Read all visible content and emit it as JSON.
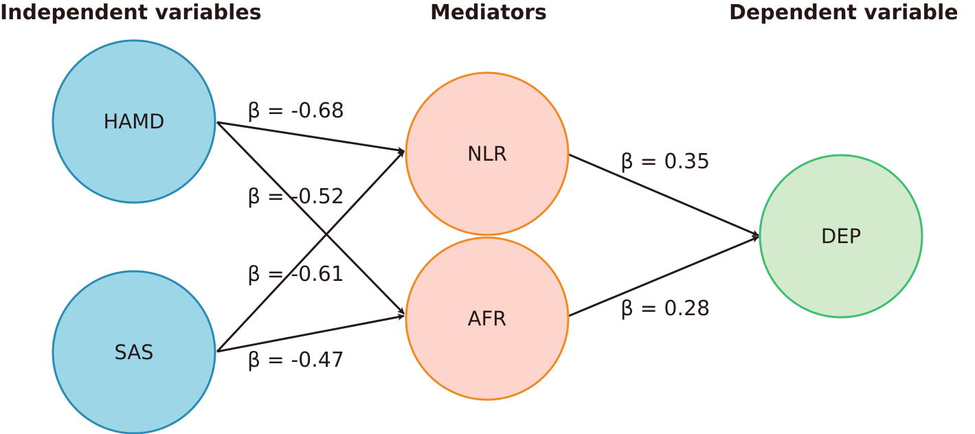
{
  "headings": {
    "independent": "Independent variables",
    "mediators": "Mediators",
    "dependent": "Dependent variable"
  },
  "nodes": {
    "hamd": {
      "label": "HAMD",
      "fill": "#9dd6e6",
      "stroke": "#2a8bb5"
    },
    "sas": {
      "label": "SAS",
      "fill": "#9dd6e6",
      "stroke": "#2a8bb5"
    },
    "nlr": {
      "label": "NLR",
      "fill": "#fdd5cc",
      "stroke": "#f08a24"
    },
    "afr": {
      "label": "AFR",
      "fill": "#fdd5cc",
      "stroke": "#f08a24"
    },
    "dep": {
      "label": "DEP",
      "fill": "#d3ebcc",
      "stroke": "#3cbf6e"
    }
  },
  "edges": {
    "hamd_nlr": {
      "from": "HAMD",
      "to": "NLR",
      "label": "β = -0.68"
    },
    "hamd_afr": {
      "from": "HAMD",
      "to": "AFR",
      "label": "β = -0.52"
    },
    "sas_nlr": {
      "from": "SAS",
      "to": "NLR",
      "label": "β = -0.61"
    },
    "sas_afr": {
      "from": "SAS",
      "to": "AFR",
      "label": "β = -0.47"
    },
    "nlr_dep": {
      "from": "NLR",
      "to": "DEP",
      "label": "β = 0.35"
    },
    "afr_dep": {
      "from": "AFR",
      "to": "DEP",
      "label": "β = 0.28"
    }
  }
}
